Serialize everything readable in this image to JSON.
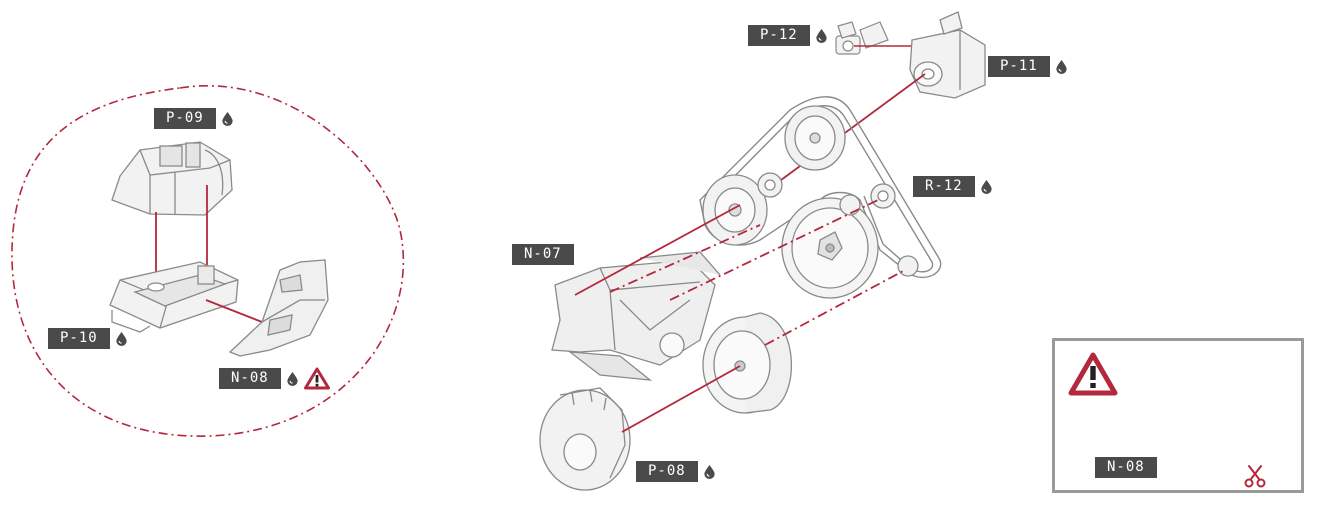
{
  "parts": {
    "p09": "P-09",
    "p10": "P-10",
    "n08": "N-08",
    "p12": "P-12",
    "p11": "P-11",
    "r12": "R-12",
    "n07": "N-07",
    "p08": "P-08"
  },
  "inset": {
    "part": "N-08"
  },
  "icons": {
    "oil": "oil-drop-icon",
    "warning": "warning-triangle-icon",
    "cut": "scissors-icon"
  },
  "colors": {
    "accent": "#b3283c",
    "label_bg": "#4a4a4a",
    "line_art": "#8a8a8a"
  }
}
